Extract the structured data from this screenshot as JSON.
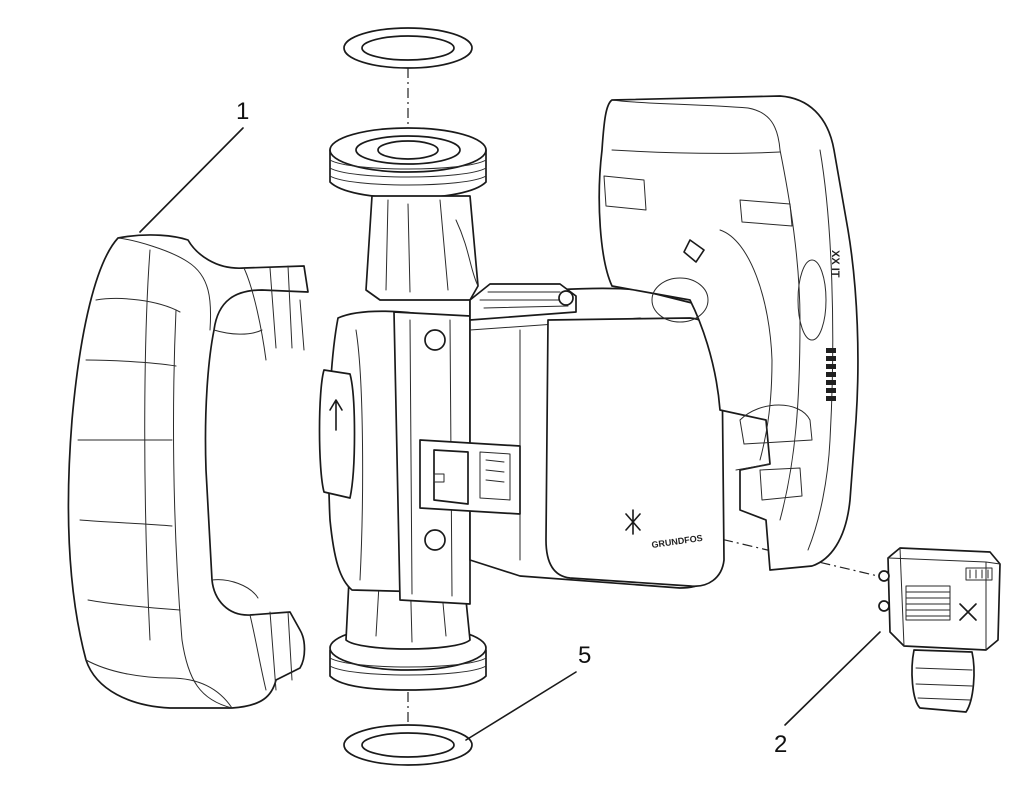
{
  "callouts": {
    "c1": "1",
    "c2": "2",
    "c5": "5"
  },
  "markings": {
    "housing_brand": "GRUNDFOS",
    "box_code": "XX IT"
  }
}
